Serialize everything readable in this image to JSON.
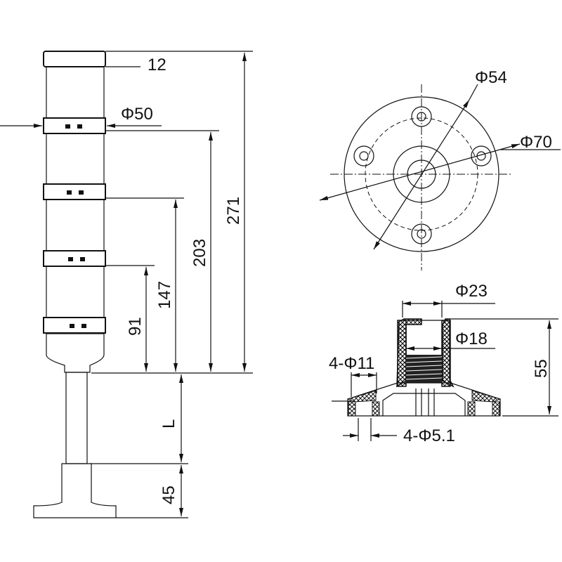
{
  "tower": {
    "cap_height": "12",
    "diameter": "Φ50",
    "total_height": "271",
    "height_3_tier": "203",
    "height_2_tier": "147",
    "height_1_tier": "91",
    "pole_length": "L",
    "foot_height": "45"
  },
  "base_top": {
    "bolt_circle": "Φ54",
    "outer_diameter": "Φ70"
  },
  "base_section": {
    "outer_tube": "Φ23",
    "inner_thread": "Φ18",
    "counterbore": "4-Φ11",
    "hole": "4-Φ5.1",
    "height": "55"
  },
  "colors": {
    "line": "#111111",
    "background": "#ffffff"
  }
}
